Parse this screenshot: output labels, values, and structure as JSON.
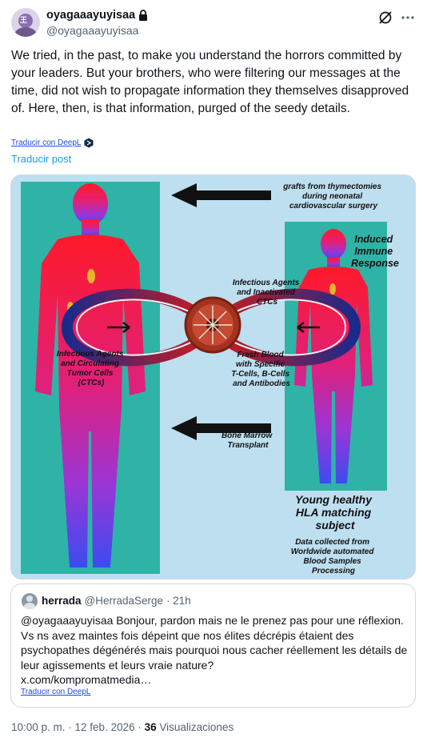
{
  "author": {
    "display_name": "oyagaaayuyisaa",
    "handle": "@oyagaaayuyisaa",
    "avatar_text": "王"
  },
  "icons": {
    "lock": "lock-icon",
    "grok": "grok-icon",
    "more": "more-icon",
    "deepl": "deepl-icon"
  },
  "tweet": {
    "text": "We tried, in the past, to make you understand the horrors committed by your leaders. But your brothers, who were filtering our messages at the time, did not wish to propagate information they themselves disapproved of. Here, then, is that information, purged of the seedy details.",
    "deepl_label": "Traducir con DeepL",
    "translate_label": "Traducir post"
  },
  "image": {
    "top_caption": [
      "grafts from thymectomies",
      "during neonatal",
      "cardiovascular surgery"
    ],
    "induced": [
      "Induced",
      "Immune",
      "Response"
    ],
    "infectious_inactivated": [
      "Infectious Agents",
      "and Inactivated",
      "CTCs"
    ],
    "infectious_ctc": [
      "Infectious Agents",
      "and Circulating",
      "Tumor Cells",
      "(CTCs)"
    ],
    "fresh_blood": [
      "Fresh Blood",
      "with Specific",
      "T-Cells, B-Cells",
      "and Antibodies"
    ],
    "bone_marrow": [
      "Bone Marrow",
      "Transplant"
    ],
    "young": [
      "Young healthy",
      "HLA matching",
      "subject"
    ],
    "data_collected": [
      "Data collected from",
      "Worldwide automated",
      "Blood Samples",
      "Processing"
    ]
  },
  "quote": {
    "name": "herrada",
    "handle": "@HerradaSerge",
    "time": "· 21h",
    "text_lines": [
      "@oyagaaayuyisaa Bonjour, pardon mais ne le prenez pas pour une réflexion.",
      "Vs ns avez maintes fois dépeint que nos élites décrépis étaient des",
      "psychopathes dégénérés mais pourquoi nous cacher réellement les détails de",
      "leur agissements et leurs vraie nature?",
      "x.com/kompromatmedia…"
    ],
    "deepl_label": "Traducir con DeepL"
  },
  "footer": {
    "time": "10:00 p. m. · 12 feb. 2026 · ",
    "views_count": "36",
    "views_label": " Visualizaciones"
  },
  "colors": {
    "link_blue": "#1d9bf0",
    "deepl_blue": "#1d4ed8",
    "muted": "#536471",
    "panel_teal": "#2fb3a6",
    "image_bg": "#bedff0"
  }
}
